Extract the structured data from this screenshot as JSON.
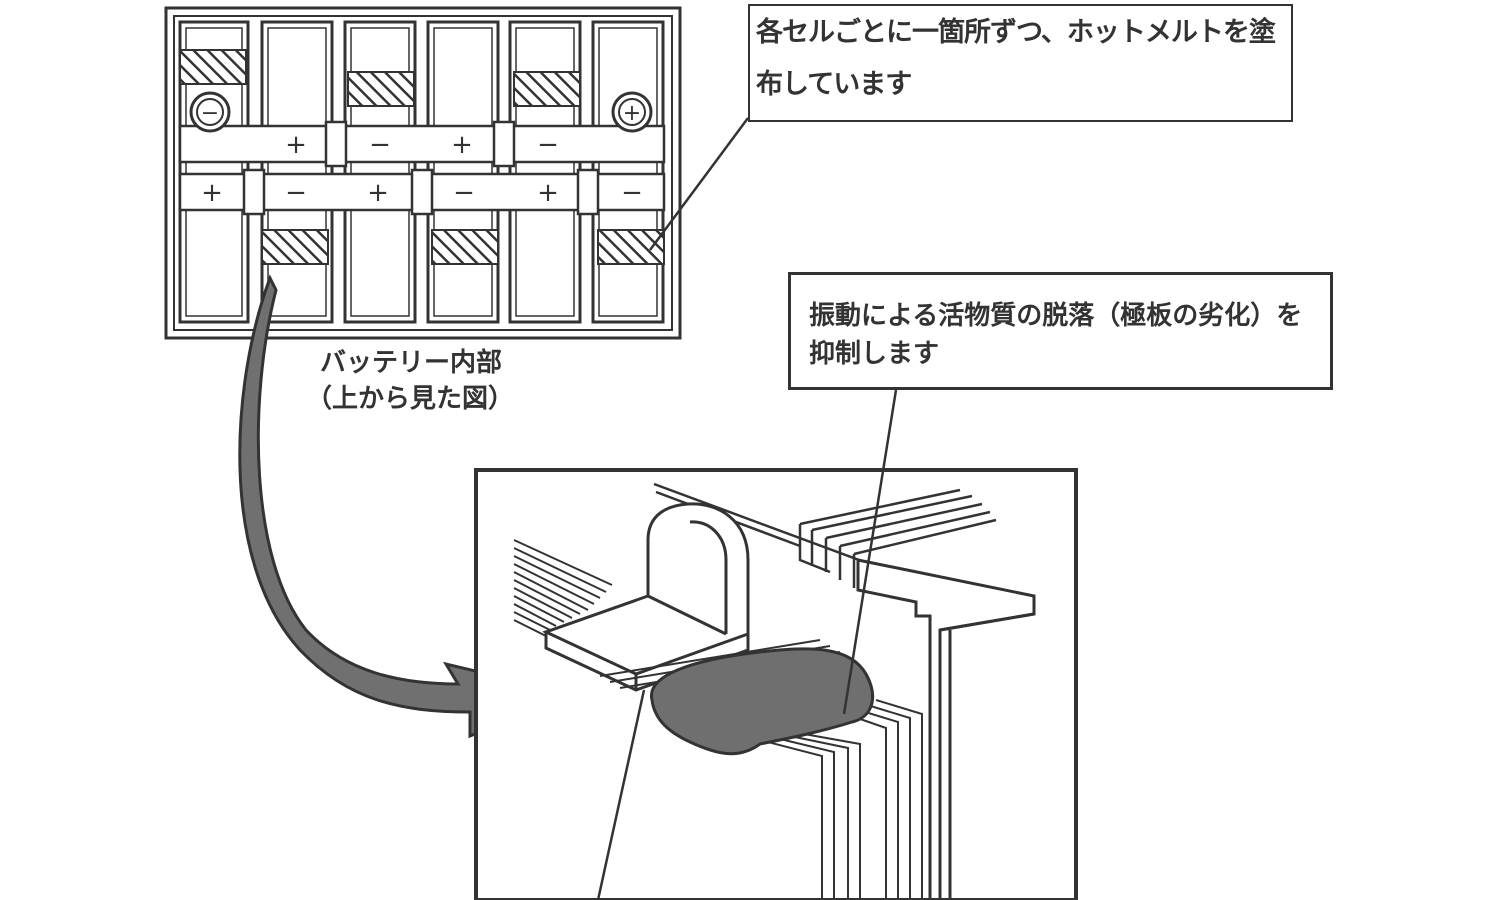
{
  "callouts": {
    "hotmelt_line1": "各セルごとに一箇所ずつ、ホットメルトを塗",
    "hotmelt_line2": "布しています",
    "vibration_line1": "振動による活物質の脱落（極板の劣化）を",
    "vibration_line2": "抑制します"
  },
  "battery": {
    "caption_line1": "バッテリー内部",
    "caption_line2": "（上から見た図）",
    "negative_terminal": "−",
    "positive_terminal": "+",
    "top_row_signs": [
      "+",
      "−",
      "+",
      "−"
    ],
    "bottom_row_signs": [
      "+",
      "−",
      "+",
      "−",
      "+",
      "−"
    ]
  },
  "colors": {
    "line": "#333333",
    "arrow_fill": "#707070",
    "hotmelt_fill": "#6f6f6f"
  }
}
